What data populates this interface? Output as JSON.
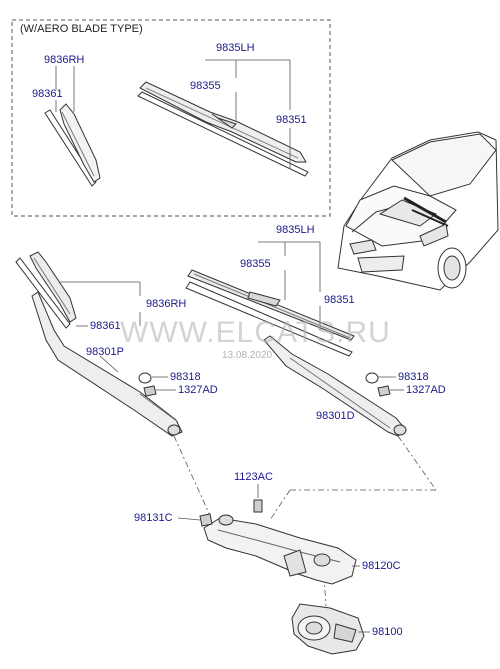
{
  "inset": {
    "title": "(W/AERO BLADE TYPE)"
  },
  "labels": {
    "aero_rh": "9836RH",
    "aero_rh_sub": "98361",
    "aero_lh": "9835LH",
    "aero_lh_sub1": "98355",
    "aero_lh_sub2": "98351",
    "lh": "9835LH",
    "lh_sub1": "98355",
    "lh_sub2": "98351",
    "rh": "9836RH",
    "rh_sub": "98361",
    "arm_p": "98301P",
    "arm_d": "98301D",
    "cap_l": "98318",
    "nut_l": "1327AD",
    "cap_r": "98318",
    "nut_r": "1327AD",
    "bolt": "1123AC",
    "bolt2": "98131C",
    "linkage": "98120C",
    "motor": "98100"
  },
  "watermark": {
    "site": "WWW.ELCATS.RU",
    "date": "13.08.2020"
  }
}
